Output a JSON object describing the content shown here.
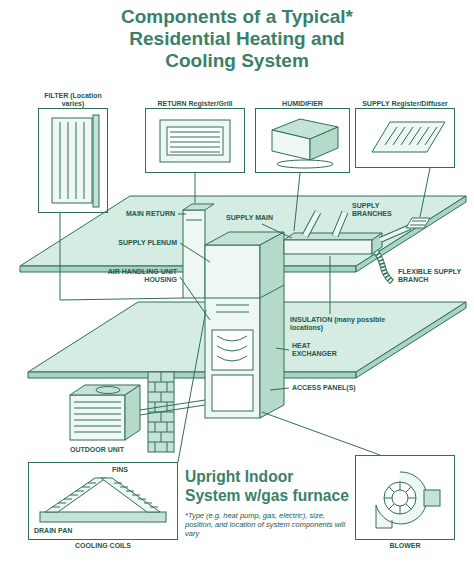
{
  "diagram": {
    "title": "Components of a Typical* Residential Heating and Cooling System",
    "caption": "Upright Indoor System w/gas furnace",
    "nodes": [
      {
        "text": [
          "FILTER (Location varies)"
        ]
      },
      {
        "text": [
          "RETURN Register/Grill"
        ]
      },
      {
        "text": [
          "HUMIDIFIER"
        ]
      },
      {
        "text": [
          "SUPPLY Register/Diffuser"
        ]
      },
      {
        "text": [
          "COOLING COILS"
        ]
      },
      {
        "text": [
          "BLOWER"
        ]
      }
    ],
    "labels": [
      "MAIN RETURN",
      "SUPPLY PLENUM",
      "AIR HANDLING UNIT HOUSING",
      "SUPPLY MAIN",
      "SUPPLY BRANCHES",
      "FLEXIBLE SUPPLY BRANCH",
      "INSULATION (many possible locations)",
      "HEAT EXCHANGER",
      "ACCESS PANEL(S)",
      "OUTDOOR UNIT",
      "FINS",
      "DRAIN PAN",
      "*Type (e.g. heat pump, gas, electric), size, position, and location of system components will vary"
    ]
  }
}
